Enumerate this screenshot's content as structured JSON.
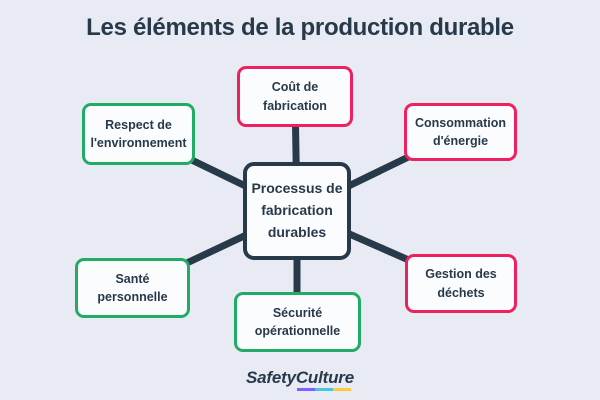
{
  "title": "Les éléments de la production durable",
  "diagram": {
    "center": {
      "label": "Processus de fabrication durables"
    },
    "nodes": [
      {
        "label": "Coût de fabrication",
        "position": "top",
        "border_color": "#ee2060"
      },
      {
        "label": "Consommation d'énergie",
        "position": "top-right",
        "border_color": "#ee2060"
      },
      {
        "label": "Gestion des déchets",
        "position": "bottom-right",
        "border_color": "#ee2060"
      },
      {
        "label": "Sécurité opérationnelle",
        "position": "bottom",
        "border_color": "#22ab67"
      },
      {
        "label": "Santé personnelle",
        "position": "bottom-left",
        "border_color": "#22ab67"
      },
      {
        "label": "Respect de l'environnement",
        "position": "top-left",
        "border_color": "#22ab67"
      }
    ]
  },
  "colors": {
    "background": "#e9ebf4",
    "ink": "#28394a",
    "pink_accent": "#ee2060",
    "green_accent": "#22ab67",
    "node_fill": "#fbfcfe"
  },
  "logo": {
    "part1": "Safety",
    "part2": "Culture",
    "underline_colors": [
      "#7b61ff",
      "#45c5e5",
      "#ffc93d"
    ]
  }
}
